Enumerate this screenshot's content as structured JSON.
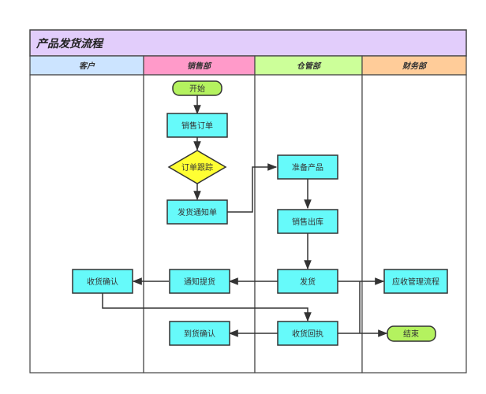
{
  "diagram": {
    "title": "产品发货流程",
    "colors": {
      "title_bg": "#e2cdfb",
      "process_fill": "#66fafa",
      "terminal_fill": "#b4f25f",
      "decision_fill": "#ffff33",
      "line": "#333333"
    },
    "lanes": [
      {
        "id": "customer",
        "label": "客户",
        "color": "#cce4ff"
      },
      {
        "id": "sales",
        "label": "销售部",
        "color": "#ff9ac9"
      },
      {
        "id": "warehouse",
        "label": "仓管部",
        "color": "#ccff99"
      },
      {
        "id": "finance",
        "label": "财务部",
        "color": "#ffcc99"
      }
    ],
    "nodes": [
      {
        "id": "start",
        "label": "开始",
        "type": "terminal",
        "lane": "sales"
      },
      {
        "id": "sales_order",
        "label": "销售订单",
        "type": "process",
        "lane": "sales"
      },
      {
        "id": "order_track",
        "label": "订单跟踪",
        "type": "decision",
        "lane": "sales"
      },
      {
        "id": "ship_notice",
        "label": "发货通知单",
        "type": "process",
        "lane": "sales"
      },
      {
        "id": "prepare",
        "label": "准备产品",
        "type": "process",
        "lane": "warehouse"
      },
      {
        "id": "outbound",
        "label": "销售出库",
        "type": "process",
        "lane": "warehouse"
      },
      {
        "id": "ship",
        "label": "发货",
        "type": "process",
        "lane": "warehouse"
      },
      {
        "id": "notify_pickup",
        "label": "通知提货",
        "type": "process",
        "lane": "sales"
      },
      {
        "id": "receipt_confirm",
        "label": "收货确认",
        "type": "process",
        "lane": "customer"
      },
      {
        "id": "receipt_return",
        "label": "收货回执",
        "type": "process",
        "lane": "warehouse"
      },
      {
        "id": "arrival_confirm",
        "label": "到货确认",
        "type": "process",
        "lane": "sales"
      },
      {
        "id": "ar_process",
        "label": "应收管理流程",
        "type": "process",
        "lane": "finance"
      },
      {
        "id": "end",
        "label": "结束",
        "type": "terminal",
        "lane": "finance"
      }
    ],
    "edges": [
      {
        "from": "start",
        "to": "sales_order"
      },
      {
        "from": "sales_order",
        "to": "order_track"
      },
      {
        "from": "order_track",
        "to": "ship_notice"
      },
      {
        "from": "ship_notice",
        "to": "prepare"
      },
      {
        "from": "prepare",
        "to": "outbound"
      },
      {
        "from": "outbound",
        "to": "ship"
      },
      {
        "from": "ship",
        "to": "notify_pickup"
      },
      {
        "from": "notify_pickup",
        "to": "receipt_confirm"
      },
      {
        "from": "receipt_confirm",
        "to": "receipt_return"
      },
      {
        "from": "receipt_return",
        "to": "arrival_confirm"
      },
      {
        "from": "ship",
        "to": "ar_process"
      },
      {
        "from": "receipt_return",
        "to": "end"
      }
    ]
  }
}
